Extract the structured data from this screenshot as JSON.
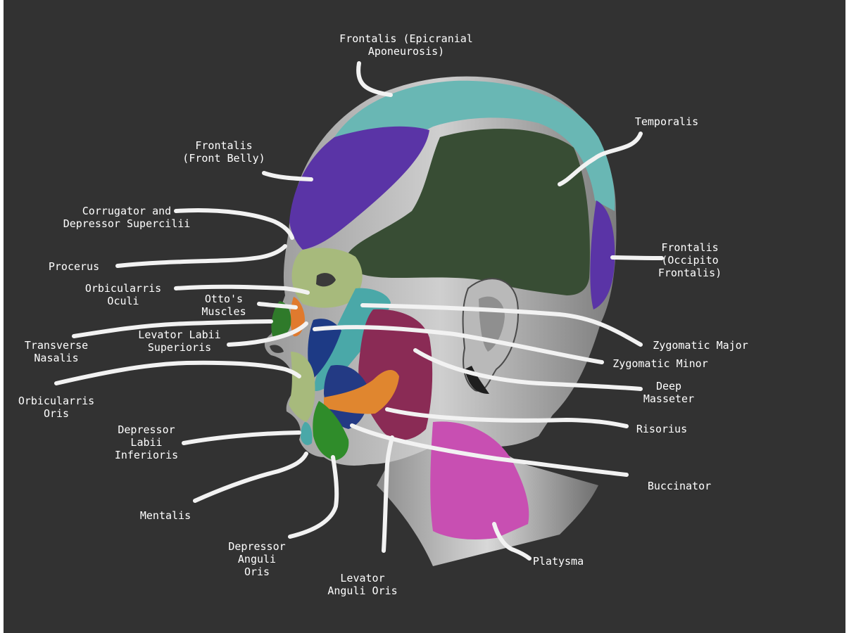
{
  "colors": {
    "background": "#323232",
    "frontalis_epicranial": "#69b7b4",
    "frontalis_front_belly": "#5a34a6",
    "temporalis": "#384d34",
    "orbicularis_oculi": "#a7ba7c",
    "otto": "#e07a2e",
    "nasalis": "#2f7a2a",
    "zygomatic_major": "#4aa8a8",
    "zygomatic_minor": "#1d3a85",
    "masseter": "#8a2b55",
    "risorius": "#e0862f",
    "buccinator": "#233a84",
    "depressor_anguli": "#2f8c2a",
    "platysma": "#c84fb2",
    "label_line": "#f2f2f2"
  },
  "labels": {
    "frontalis_epicranial": "Frontalis (Epicranial\nAponeurosis)",
    "temporalis": "Temporalis",
    "frontalis_front_belly": "Frontalis\n(Front Belly)",
    "corrugator": "Corrugator and\nDepressor Supercilii",
    "frontalis_occipito": "Frontalis\n(Occipito\nFrontalis)",
    "procerus": "Procerus",
    "orbicularis_oculi": "Orbicularris\nOculi",
    "ottos_muscles": "Otto's\nMuscles",
    "levator_labii": "Levator Labii\nSuperioris",
    "transverse_nasalis": "Transverse\nNasalis",
    "zygomatic_major": "Zygomatic Major",
    "zygomatic_minor": "Zygomatic Minor",
    "deep_masseter": "Deep\nMasseter",
    "orbicularis_oris": "Orbicularris\nOris",
    "risorius": "Risorius",
    "depressor_labii": "Depressor\nLabii\nInferioris",
    "buccinator": "Buccinator",
    "mentalis": "Mentalis",
    "depressor_anguli": "Depressor\nAnguli\nOris",
    "levator_anguli": "Levator\nAnguli Oris",
    "platysma": "Platysma"
  }
}
